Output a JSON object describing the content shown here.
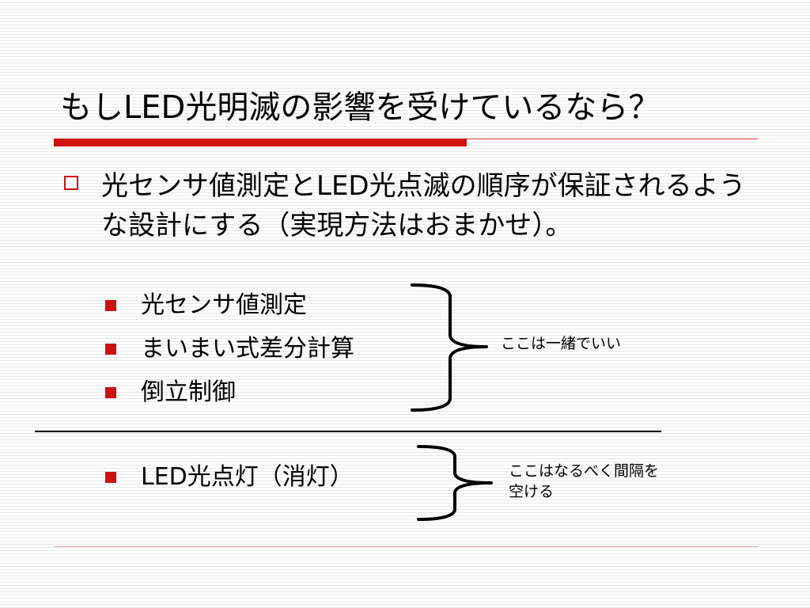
{
  "slide": {
    "title": "もしLED光明滅の影響を受けているなら？",
    "main_point": "光センサ値測定とLED光点滅の順序が保証されるような設計にする（実現方法はおまかせ）。",
    "group1": {
      "items": [
        "光センサ値測定",
        "まいまい式差分計算",
        "倒立制御"
      ],
      "note": "ここは一緒でいい"
    },
    "group2": {
      "items": [
        "LED光点灯（消灯）"
      ],
      "note_line1": "ここはなるべく間隔を",
      "note_line2": "空ける"
    }
  },
  "colors": {
    "accent": "#cc1111",
    "background": "#ffffff",
    "background_stripe": "#e7e7e7",
    "text": "#000000"
  }
}
